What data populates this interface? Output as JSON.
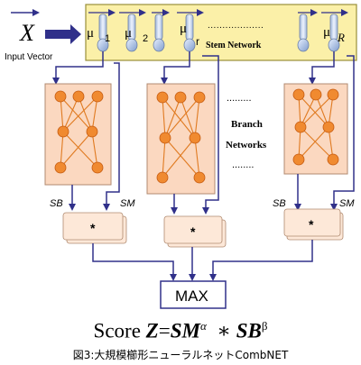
{
  "input": {
    "symbol": "X",
    "label": "Input Vector"
  },
  "stem": {
    "label": "Stem Network",
    "units": [
      {
        "mu": "μ",
        "sub": "1"
      },
      {
        "mu": "μ",
        "sub": "2"
      },
      {
        "mu": "μ",
        "sub": "r"
      },
      {
        "mu": "μ",
        "sub": "R"
      }
    ],
    "ellipsis": "..................."
  },
  "branch": {
    "label_line1": "Branch",
    "label_line2": "Networks",
    "ellipsis_mid": ".........",
    "ellipsis_bottom": "........"
  },
  "signals": {
    "sb": "SB",
    "sm": "SM"
  },
  "multiply_symbol": "*",
  "max_label": "MAX",
  "score": {
    "word": "Score",
    "z": "Z",
    "eq": "=",
    "sm": "SM",
    "alpha": "α",
    "star": "∗",
    "sb": "SB",
    "beta": "β"
  },
  "caption": "図3:大規模櫛形ニューラルネットCombNET",
  "colors": {
    "stem_fill": "#fbf0a8",
    "stem_border": "#9a8f3a",
    "branch_fill": "#fbd8c0",
    "node_fill": "#f08a30",
    "node_edge": "#c45a10",
    "arrow": "#30308a",
    "unit_bulb": "#a8c0e0"
  }
}
